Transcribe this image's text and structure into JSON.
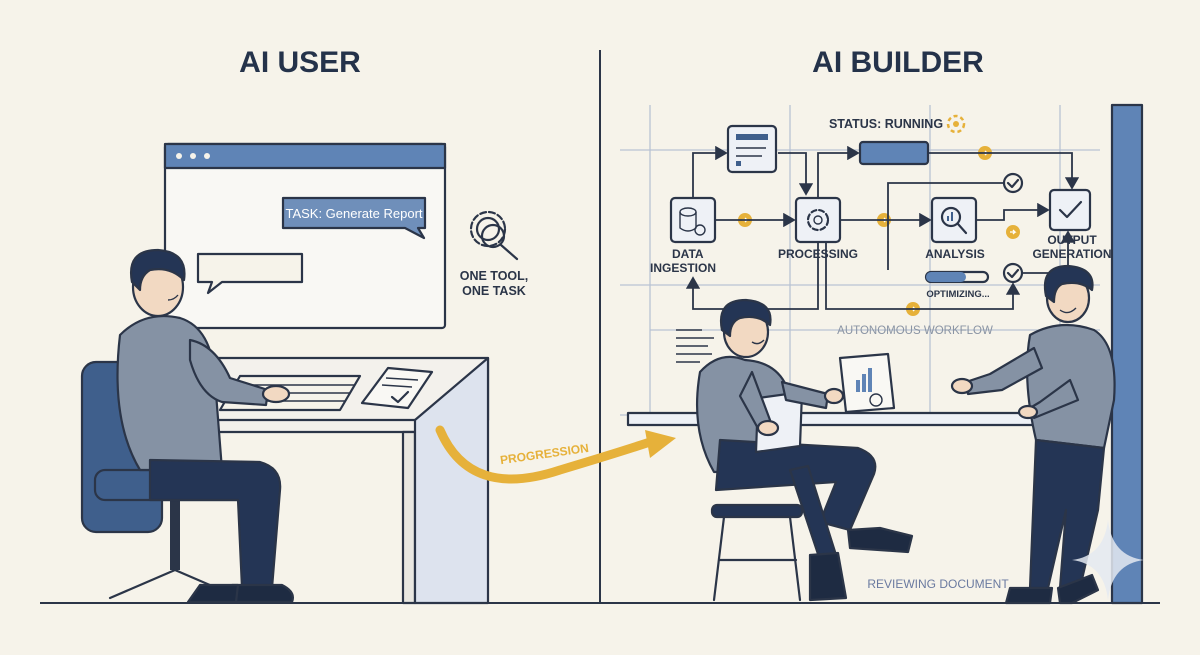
{
  "headings": {
    "left": "AI USER",
    "right": "AI BUILDER"
  },
  "left_panel": {
    "task_bubble": "TASK: Generate Report",
    "caption_line1": "ONE TOOL,",
    "caption_line2": "ONE TASK",
    "icon": "gear-magnifier-icon"
  },
  "transition": {
    "label": "PROGRESSION"
  },
  "right_panel": {
    "status": "STATUS: RUNNING",
    "nodes": {
      "data_ingestion_line1": "DATA",
      "data_ingestion_line2": "INGESTION",
      "processing": "PROCESSING",
      "analysis": "ANALYSIS",
      "output_line1": "OUTPUT",
      "output_line2": "GENERATION"
    },
    "progress_label": "OPTIMIZING...",
    "workflow_label": "AUTONOMOUS WORKFLOW",
    "caption": "REVIEWING DOCUMENT"
  },
  "colors": {
    "background": "#f6f3ea",
    "ink": "#2b3548",
    "accent_blue": "#5f84b6",
    "accent_gold": "#e6b13a",
    "shirt_gray": "#8592a4",
    "pants_navy": "#243555"
  }
}
